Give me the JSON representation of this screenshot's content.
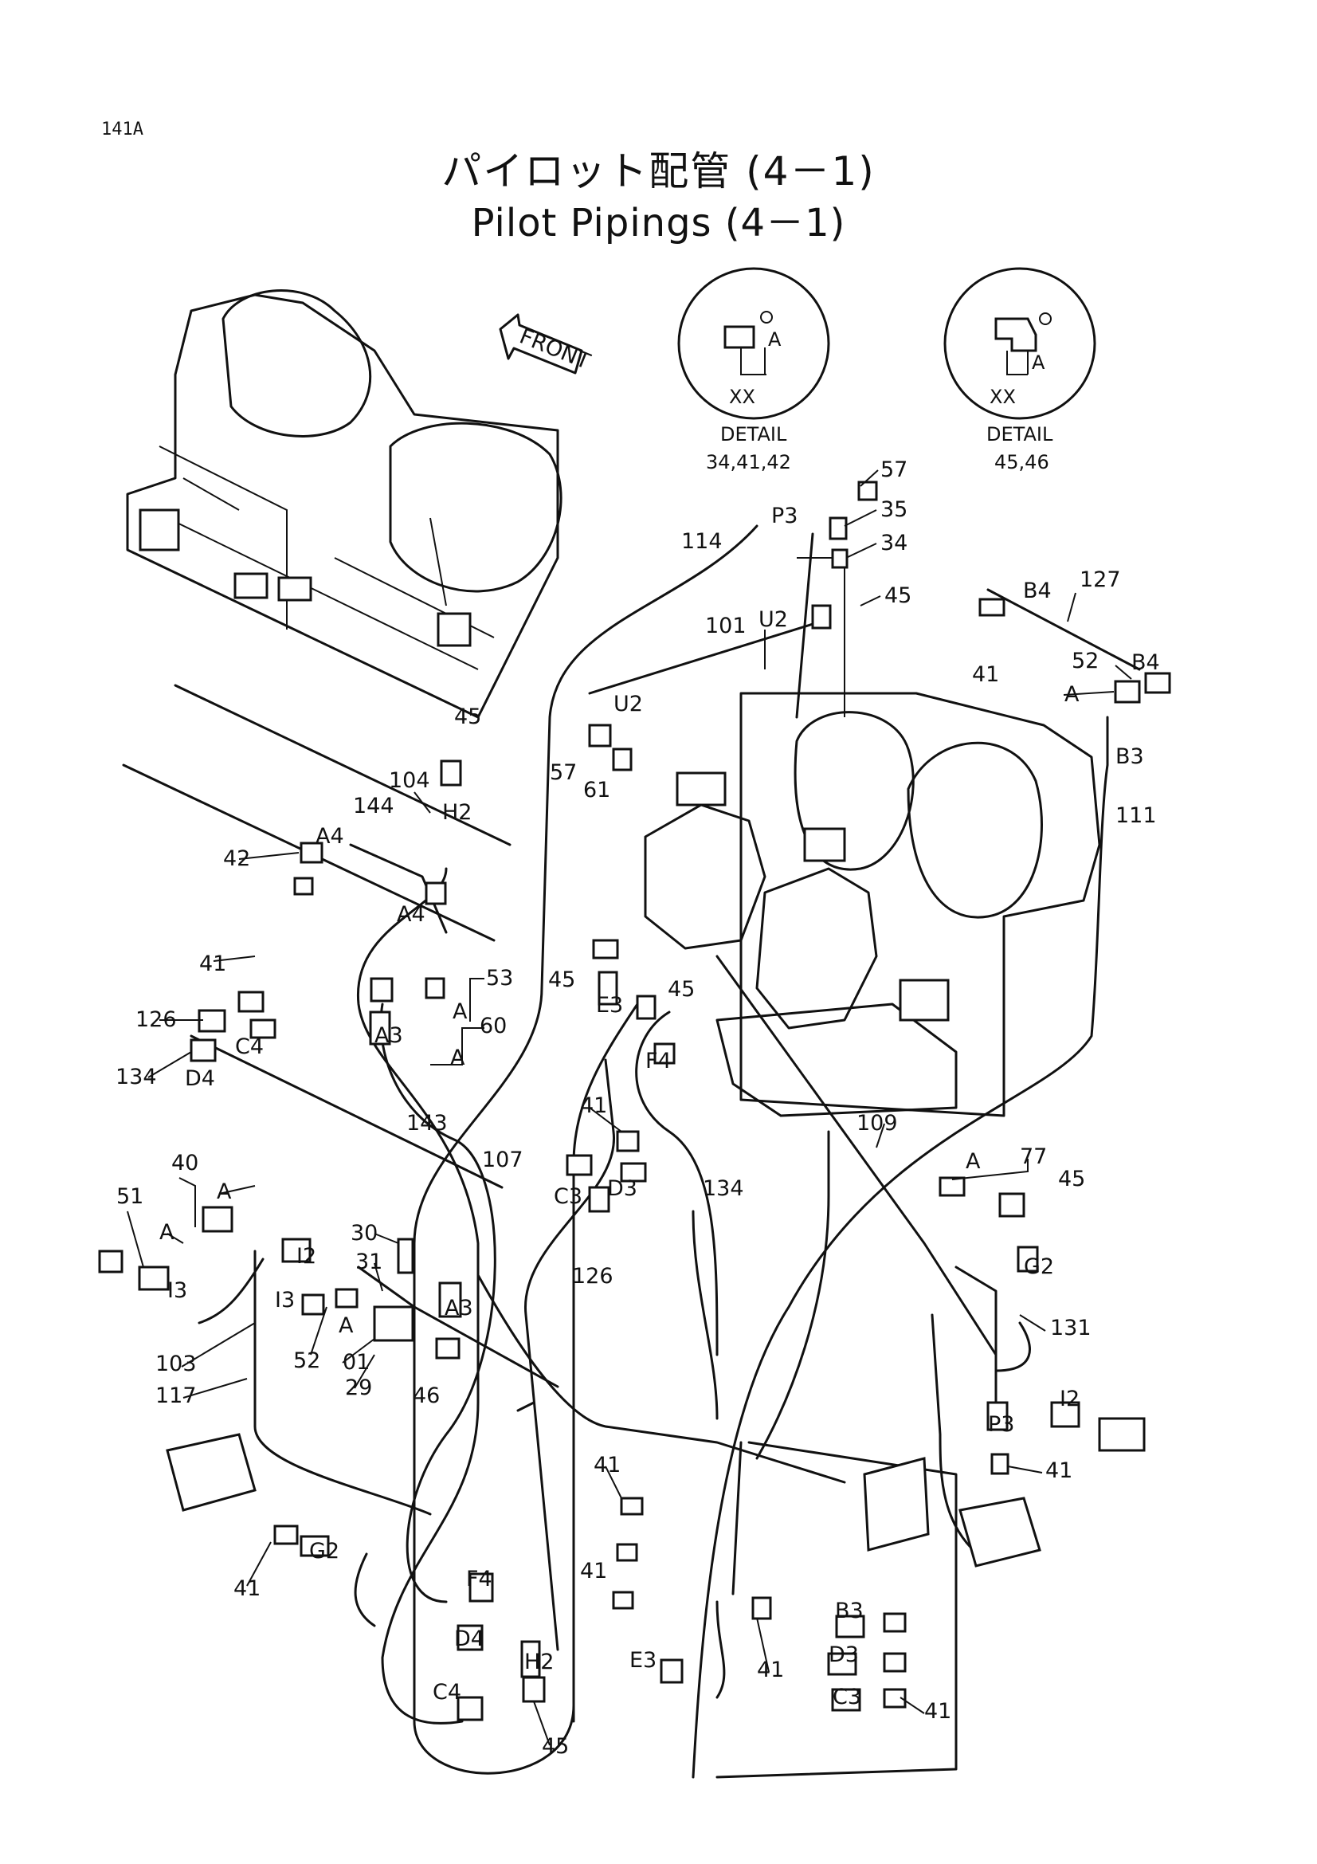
{
  "page_code": "141A",
  "title_jp": "パイロット配管 (4－1)",
  "title_en": "Pilot Pipings (4－1)",
  "front_label": "FRONT",
  "details": [
    {
      "marker": "A",
      "section": "XX",
      "caption": "DETAIL",
      "parts": "34,41,42"
    },
    {
      "marker": "A",
      "section": "XX",
      "caption": "DETAIL",
      "parts": "45,46"
    }
  ],
  "labels": {
    "l57a": "57",
    "l35": "35",
    "l34": "34",
    "lP3a": "P3",
    "l114": "114",
    "l45a": "45",
    "lU2a": "U2",
    "l101": "101",
    "lB4a": "B4",
    "l127": "127",
    "l41a": "41",
    "l52a": "52",
    "lAa": "A",
    "lB4b": "B4",
    "lU2b": "U2",
    "l57b": "57",
    "l61": "61",
    "lB3a": "B3",
    "l111": "111",
    "l45b": "45",
    "l104": "104",
    "lH2a": "H2",
    "l144": "144",
    "lA4a": "A4",
    "l42": "42",
    "lA4b": "A4",
    "l41b": "41",
    "l53": "53",
    "lAb": "A",
    "l126a": "126",
    "lC4a": "C4",
    "lA3a": "A3",
    "l60": "60",
    "lAc": "A",
    "l134a": "134",
    "lD4a": "D4",
    "l45c": "45",
    "lE3a": "E3",
    "l45d": "45",
    "lF4a": "F4",
    "l143": "143",
    "l41c": "41",
    "l109": "109",
    "l107": "107",
    "lC3a": "C3",
    "lD3a": "D3",
    "l134b": "134",
    "l40": "40",
    "lAd": "A",
    "l51": "51",
    "lAe": "A",
    "l30": "30",
    "l31": "31",
    "lI2a": "I2",
    "lI3a": "I3",
    "lI3b": "I3",
    "lA3b": "A3",
    "lAf": "A",
    "l77": "77",
    "lAg": "A",
    "l45e": "45",
    "l126b": "126",
    "lG2a": "G2",
    "l103": "103",
    "l52b": "52",
    "l01": "01",
    "l29": "29",
    "l46": "46",
    "l117": "117",
    "l131": "131",
    "lP3b": "P3",
    "lI2b": "I2",
    "l41d": "41",
    "l41e": "41",
    "l41f": "41",
    "lG2b": "G2",
    "lF4b": "F4",
    "lB3b": "B3",
    "lD4b": "D4",
    "lH2b": "H2",
    "lD3b": "D3",
    "lE3b": "E3",
    "lC4b": "C4",
    "lC3b": "C3",
    "l41g": "41",
    "l41h": "41",
    "l45f": "45",
    "l41i": "41"
  }
}
